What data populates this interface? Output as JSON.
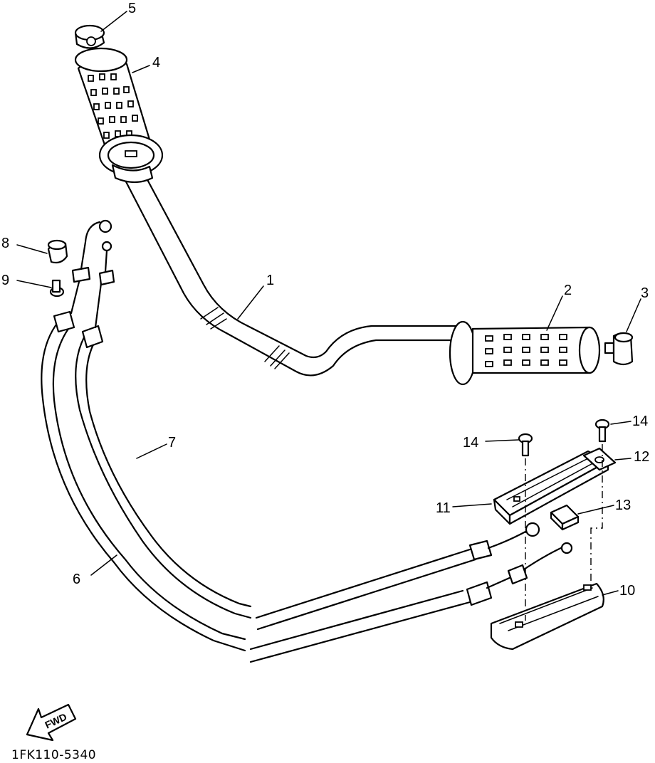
{
  "callouts": {
    "c1": "1",
    "c2": "2",
    "c3": "3",
    "c4": "4",
    "c5": "5",
    "c6": "6",
    "c7": "7",
    "c8": "8",
    "c9": "9",
    "c10": "10",
    "c11": "11",
    "c12": "12",
    "c13": "13",
    "c14a": "14",
    "c14b": "14"
  },
  "fwd_label": "FWD",
  "diagram_code": "1FK110-5340"
}
